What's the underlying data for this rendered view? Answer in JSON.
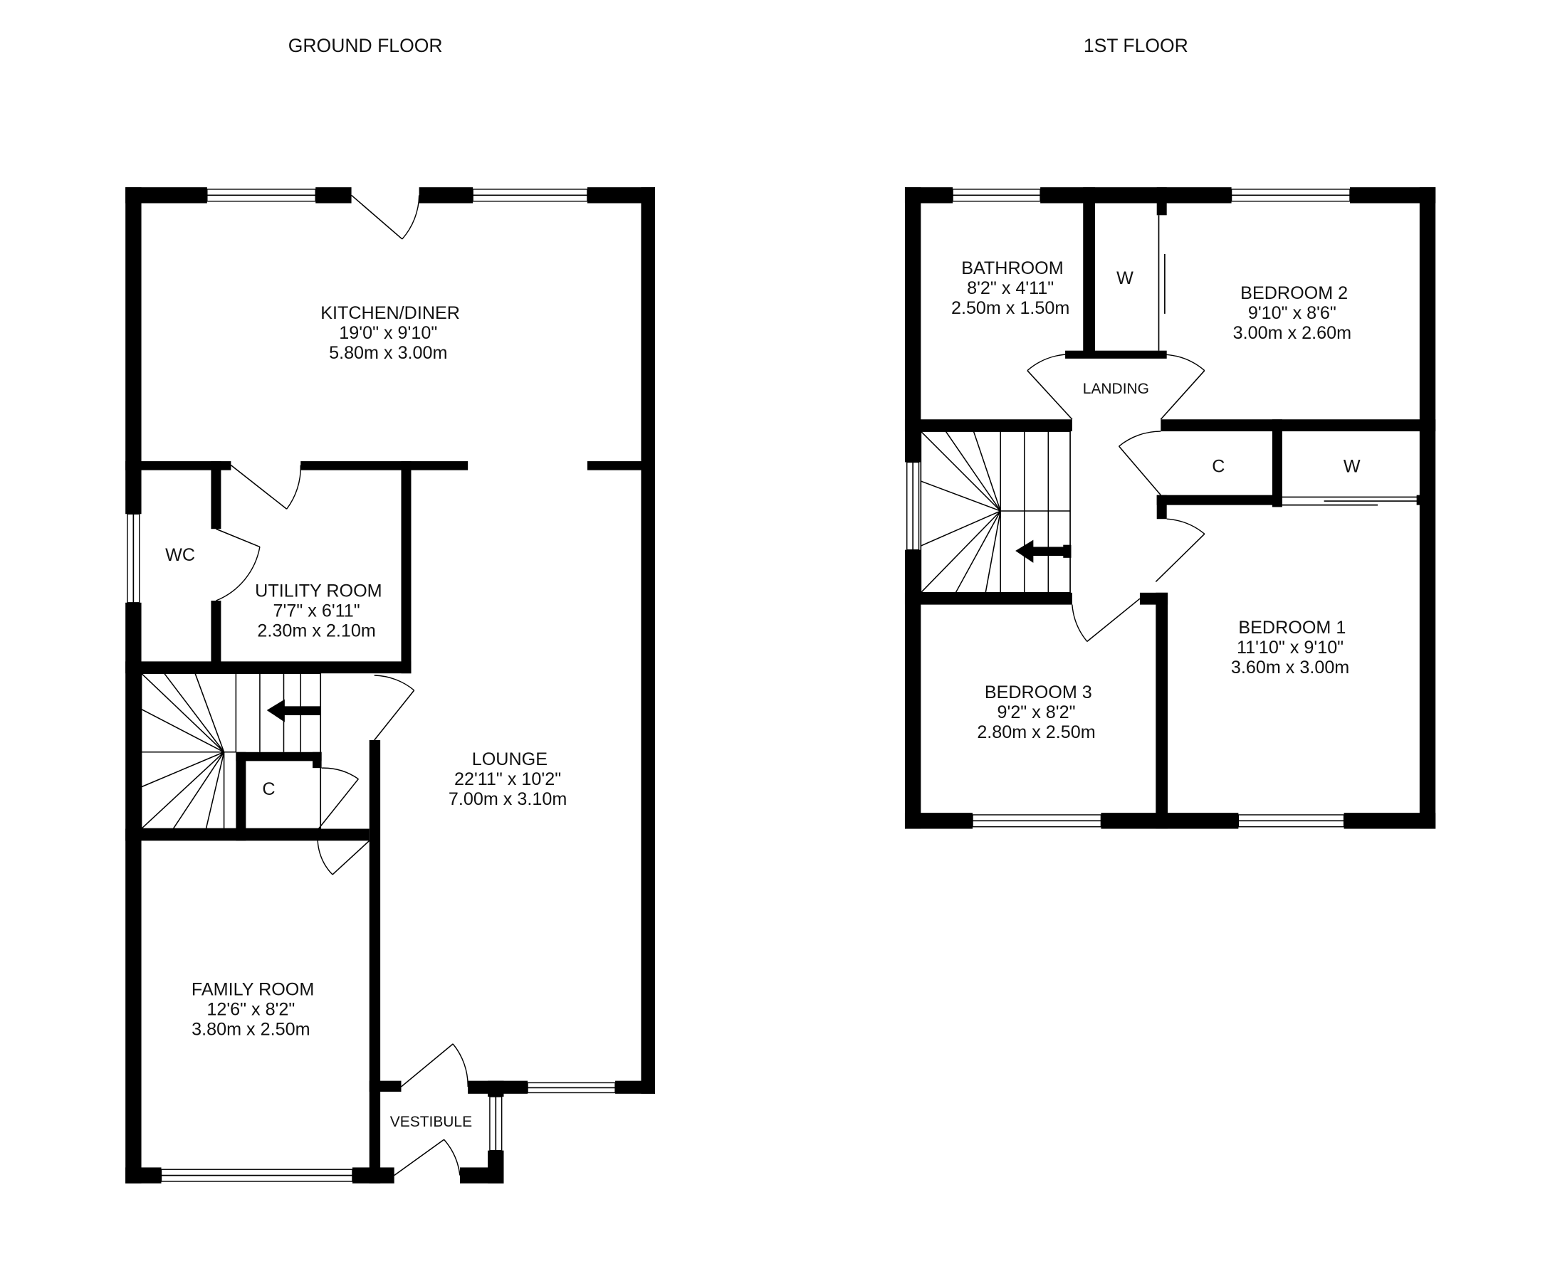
{
  "floors": {
    "ground": {
      "title": "GROUND FLOOR",
      "rooms": {
        "kitchen": {
          "name": "KITCHEN/DINER",
          "imperial": "19'0\"  x 9'10\"",
          "metric": "5.80m  x 3.00m"
        },
        "wc": {
          "name": "WC"
        },
        "utility": {
          "name": "UTILITY ROOM",
          "imperial": "7'7\"  x 6'11\"",
          "metric": "2.30m  x 2.10m"
        },
        "cupboard": {
          "name": "C"
        },
        "lounge": {
          "name": "LOUNGE",
          "imperial": "22'11\"  x 10'2\"",
          "metric": "7.00m  x 3.10m"
        },
        "family": {
          "name": "FAMILY ROOM",
          "imperial": "12'6\"  x 8'2\"",
          "metric": "3.80m  x 2.50m"
        },
        "vestibule": {
          "name": "VESTIBULE"
        }
      }
    },
    "first": {
      "title": "1ST FLOOR",
      "rooms": {
        "bathroom": {
          "name": "BATHROOM",
          "imperial": "8'2\"  x 4'11\"",
          "metric": "2.50m  x 1.50m"
        },
        "wardrobe_top": {
          "name": "W"
        },
        "bedroom2": {
          "name": "BEDROOM 2",
          "imperial": "9'10\"  x 8'6\"",
          "metric": "3.00m  x 2.60m"
        },
        "landing": {
          "name": "LANDING"
        },
        "cupboard": {
          "name": "C"
        },
        "wardrobe_right": {
          "name": "W"
        },
        "bedroom1": {
          "name": "BEDROOM 1",
          "imperial": "11'10\"  x 9'10\"",
          "metric": "3.60m  x 3.00m"
        },
        "bedroom3": {
          "name": "BEDROOM 3",
          "imperial": "9'2\"  x 8'2\"",
          "metric": "2.80m  x 2.50m"
        }
      }
    }
  }
}
